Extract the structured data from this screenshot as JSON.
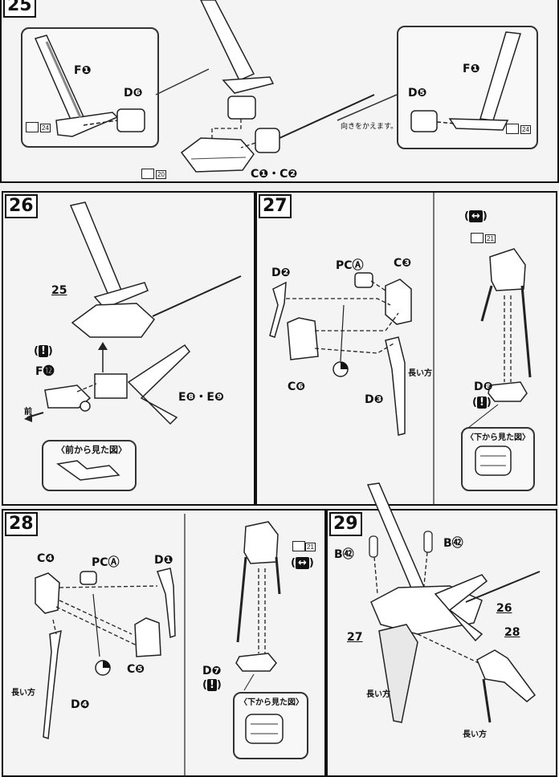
{
  "steps": {
    "s25": {
      "num": "25",
      "tool_page_left": "24",
      "tool_page_right": "24",
      "tool_page_center": "20",
      "label_f1_left": "F❶",
      "label_d6": "D❻",
      "label_f1_right": "F❶",
      "label_d5": "D❺",
      "label_c1c2": "C❶・C❷",
      "note_turn": "向きをかえます。"
    },
    "s26": {
      "num": "26",
      "ref_25": "25",
      "label_f12": "F⓬",
      "label_e8e9": "E❽・E❾",
      "front_label": "前",
      "view_from_front": "〈前から見た図〉"
    },
    "s27": {
      "num": "27",
      "label_d2": "D❷",
      "label_pca": "PCⒶ",
      "label_c3": "C❸",
      "label_c6": "C❻",
      "label_d3": "D❸",
      "long_side": "長い方",
      "tool_page": "21",
      "label_d8": "D❽",
      "view_from_below": "〈下から見た図〉"
    },
    "s28": {
      "num": "28",
      "label_c4": "C❹",
      "label_pca": "PCⒶ",
      "label_d1": "D❶",
      "label_c5": "C❺",
      "label_d4": "D❹",
      "long_side": "長い方",
      "tool_page": "21",
      "label_d7": "D❼",
      "view_from_below": "〈下から見た図〉"
    },
    "s29": {
      "num": "29",
      "label_b42_left": "B㊷",
      "label_b42_right": "B㊷",
      "ref_26": "26",
      "ref_27": "27",
      "ref_28": "28",
      "long_side_left": "長い方",
      "long_side_right": "長い方"
    }
  },
  "icons": {
    "caution": "exclamation-icon",
    "swap": "double-arrow-icon",
    "tool": "nipper-icon"
  }
}
